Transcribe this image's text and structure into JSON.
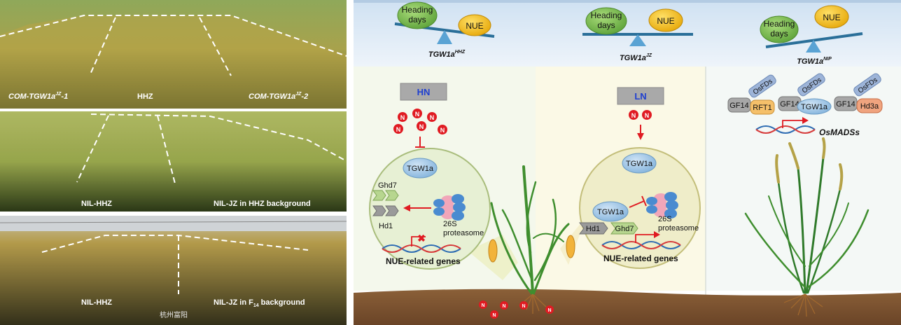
{
  "photos": {
    "top": {
      "left": "COM-TGW1a",
      "left_sup": "JZ",
      "left_suffix": "-1",
      "center": "HHZ",
      "right": "COM-TGW1a",
      "right_sup": "JZ",
      "right_suffix": "-2"
    },
    "middle": {
      "left": "NIL-HHZ",
      "right": "NIL-JZ  in HHZ background"
    },
    "bottom": {
      "left": "NIL-HHZ",
      "right_prefix": "NIL-JZ  in F",
      "right_sub": "14",
      "right_suffix": " background",
      "watermark": "杭州富阳"
    }
  },
  "balances": [
    {
      "left_ball": "Heading\ndays",
      "right_ball": "NUE",
      "allele": "TGW1a",
      "allele_sup": "HHZ"
    },
    {
      "left_ball": "Heading\ndays",
      "right_ball": "NUE",
      "allele": "TGW1a",
      "allele_sup": "JZ"
    },
    {
      "left_ball": "Heading\ndays",
      "right_ball": "NUE",
      "allele": "TGW1a",
      "allele_sup": "NIP"
    }
  ],
  "panel_hn": {
    "label": "HN",
    "nitrogen": "N",
    "tgw1a": "TGW1a",
    "ghd7": "Ghd7",
    "hd1": "Hd1",
    "proteasome": "26S\nproteasome",
    "genes": "NUE-related genes"
  },
  "panel_ln": {
    "label": "LN",
    "nitrogen": "N",
    "tgw1a_top": "TGW1a",
    "tgw1a_complex": "TGW1a",
    "hd1": "Hd1",
    "ghd7": "Ghd7",
    "proteasome": "26S\nproteasome",
    "genes": "NUE-related genes"
  },
  "panel_nip": {
    "gf14": "GF14",
    "osfds": "OsFDs",
    "rft1": "RFT1",
    "tgw1a": "TGW1a",
    "hd3a": "Hd3a",
    "gene": "OsMADSs"
  },
  "soil_n": "N",
  "colors": {
    "sky": "#dbe8f4",
    "hn_bg": "#f4f8ec",
    "ln_bg": "#fbf9e6",
    "soil": "#7a5432",
    "circle": "#e7f0d4",
    "n_red": "#e01b22",
    "blue_protein": "#9cc4e4",
    "nue_yellow": "#f2c21a",
    "heading_green": "#7cbf4a"
  }
}
